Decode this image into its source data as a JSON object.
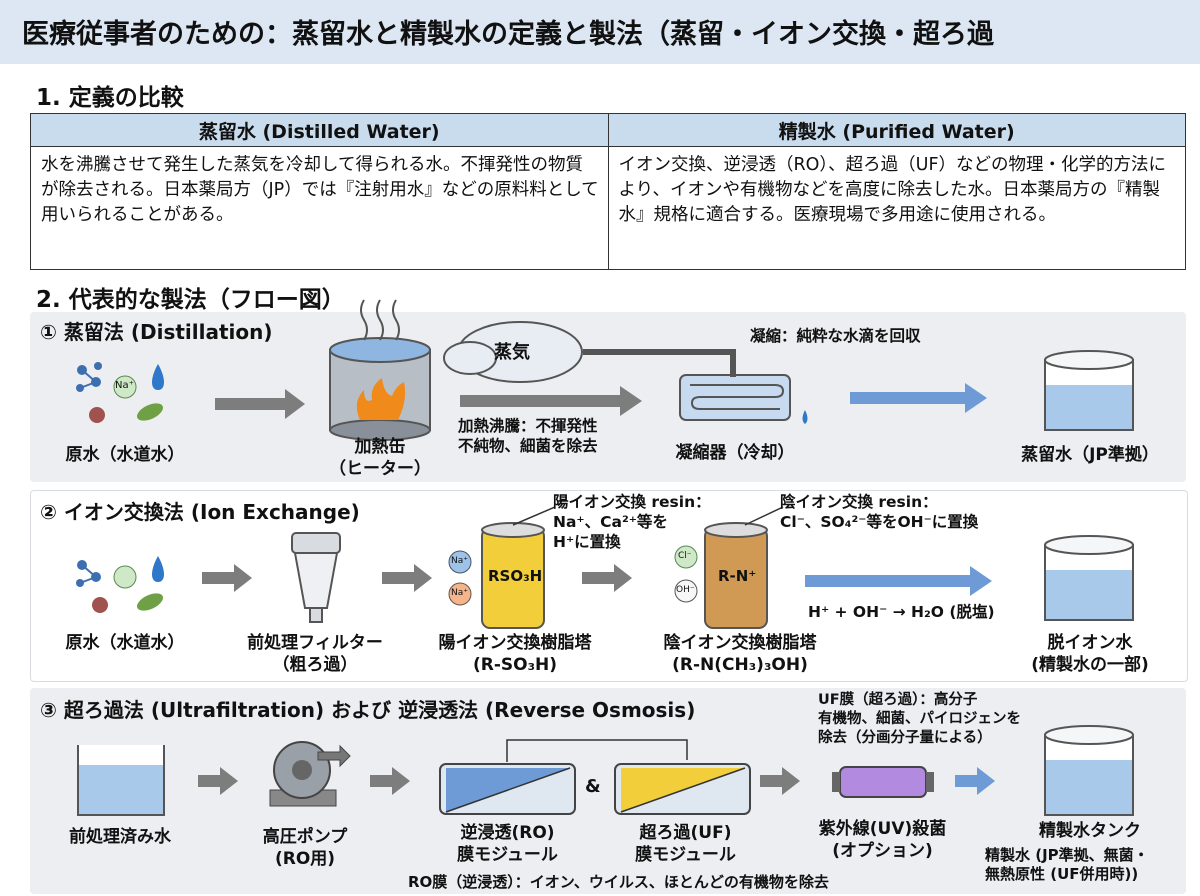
{
  "header": {
    "title": "医療従事者のための：蒸留水と精製水の定義と製法（蒸留・イオン交換・超ろ過"
  },
  "section1": {
    "heading": "1. 定義の比較",
    "table": {
      "headers": [
        "蒸留水 (Distilled Water)",
        "精製水 (Purified Water)"
      ],
      "cells": [
        "水を沸騰させて発生した蒸気を冷却して得られる水。不揮発性の物質が除去される。日本薬局方（JP）では『注射用水』などの原料料として用いられることがある。",
        "イオン交換、逆浸透（RO）、超ろ過（UF）などの物理・化学的方法により、イオンや有機物などを高度に除去した水。日本薬局方の『精製水』規格に適合する。医療現場で多用途に使用される。"
      ]
    }
  },
  "section2": {
    "heading": "2. 代表的な製法（フロー図）",
    "distillation": {
      "title": "① 蒸留法 (Distillation)",
      "raw_water": "原水（水道水）",
      "na_badge": "Na⁺",
      "boiler": "加熱缶\n（ヒーター）",
      "steam": "蒸気",
      "heating_note": "加熱沸騰：不揮発性\n不純物、細菌を除去",
      "condense_note": "凝縮：純粋な水滴を回収",
      "condenser": "凝縮器（冷却）",
      "product": "蒸留水（JP準拠）"
    },
    "ion_exchange": {
      "title": "② イオン交換法 (Ion Exchange)",
      "raw_water": "原水（水道水）",
      "prefilter": "前処理フィルター\n（粗ろ過）",
      "cation_note": "陽イオン交換 resin：\nNa⁺、Ca²⁺等を\nH⁺に置換",
      "anion_note": "陰イオン交換 resin：\nCl⁻、SO₄²⁻等をOH⁻に置換",
      "cation_resin_label": "RSO₃H",
      "anion_resin_label": "R-N⁺",
      "na_ion": "Na⁺",
      "cl_ion": "Cl⁻",
      "oh_ion": "OH⁻",
      "cation_tower": "陽イオン交換樹脂塔\n(R-SO₃H)",
      "anion_tower": "陰イオン交換樹脂塔\n(R-N(CH₃)₃OH)",
      "reaction": "H⁺ + OH⁻ → H₂O (脱塩)",
      "product": "脱イオン水\n(精製水の一部)"
    },
    "membrane": {
      "title": "③ 超ろ過法 (Ultrafiltration) および 逆浸透法 (Reverse Osmosis)",
      "pretreated": "前処理済み水",
      "pump": "高圧ポンプ\n(RO用)",
      "ro": "逆浸透(RO)\n膜モジュール",
      "amp": "&",
      "uf": "超ろ過(UF)\n膜モジュール",
      "uf_note": "UF膜（超ろ過）：高分子\n有機物、細菌、パイロジェンを\n除去（分画分子量による）",
      "uv": "紫外線(UV)殺菌\n(オプション)",
      "tank": "精製水タンク",
      "tank_note": "精製水 (JP準拠、無菌・\n無熱原性 (UF併用時))",
      "ro_note": "RO膜（逆浸透）：イオン、ウイルス、ほとんどの有機物を除去"
    }
  },
  "colors": {
    "title_bg": "#dce7f3",
    "header_bg": "#c9dcee",
    "panel_bg": "#eceef1",
    "arrow_gray": "#7d7d7d",
    "arrow_blue": "#6e9bd6",
    "water": "#a9c9ea"
  },
  "icons": [
    "droplet-icon",
    "bacteria-icon",
    "molecule-icon",
    "flame-icon",
    "cloud-icon",
    "pump-icon",
    "filter-icon",
    "tank-icon"
  ]
}
